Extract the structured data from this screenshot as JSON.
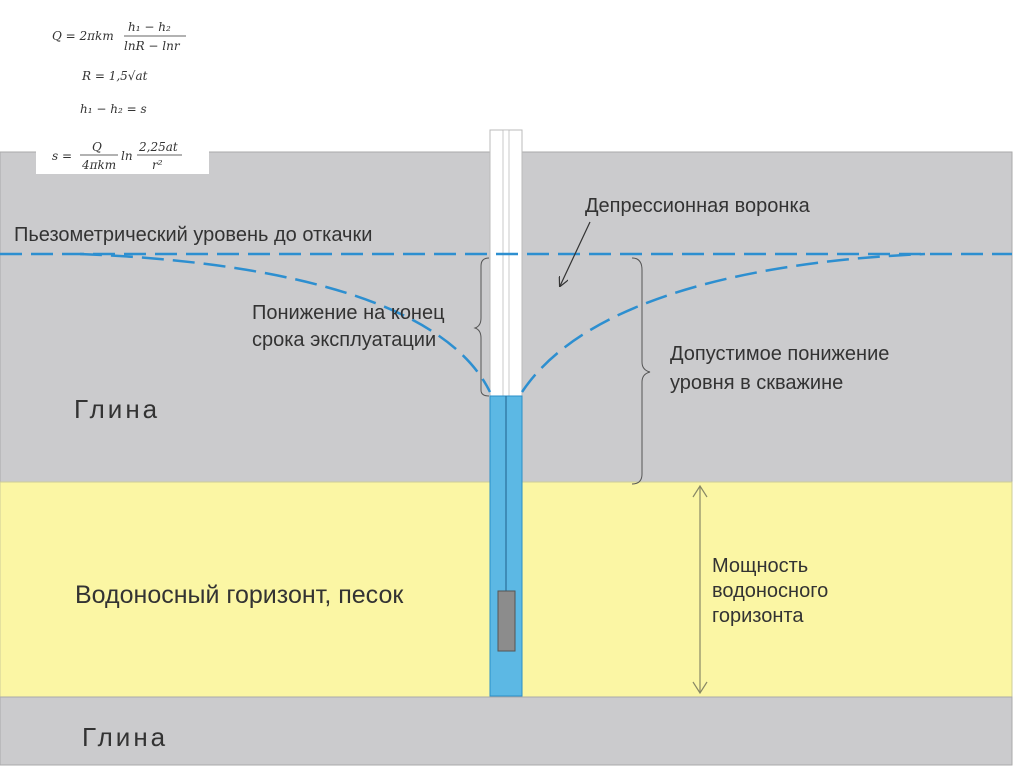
{
  "labels": {
    "piezometric_level": "Пьезометрический уровень до откачки",
    "depression_funnel": "Депрессионная воронка",
    "drawdown_line1": "Понижение на конец",
    "drawdown_line2": "срока эксплуатации",
    "allowable_line1": "Допустимое понижение",
    "allowable_line2": "уровня в скважине",
    "clay_top": "Глина",
    "aquifer": "Водоносный горизонт, песок",
    "thickness_line1": "Мощность",
    "thickness_line2": "водоносного",
    "thickness_line3": "горизонта",
    "clay_bottom": "Глина"
  },
  "formulas": {
    "f1": {
      "lhs": "Q = 2πkm",
      "num": "h₁ − h₂",
      "den": "lnR − lnr"
    },
    "f2": {
      "text": "R = 1,5√at"
    },
    "f3": {
      "text": "h₁ − h₂ = s"
    },
    "f4": {
      "lhs": "s =",
      "num1": "Q",
      "den1": "4πkm",
      "mid": "ln",
      "num2": "2,25at",
      "den2": "r²"
    }
  },
  "colors": {
    "clay": "#cbcbcd",
    "sand": "#fbf6a4",
    "water": "#5cb8e4",
    "dashed_line": "#2d8fd0",
    "text": "#333333"
  }
}
